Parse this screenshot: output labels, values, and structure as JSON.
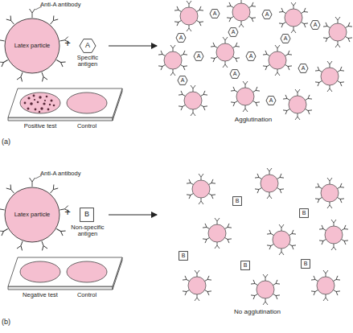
{
  "diagram": {
    "nodes": [
      {
        "text": [
          "Latex particle"
        ]
      },
      {
        "text": [
          "A"
        ]
      },
      {
        "text": [
          "A"
        ]
      },
      {
        "text": [
          "A"
        ]
      },
      {
        "text": [
          "A"
        ]
      },
      {
        "text": [
          "A"
        ]
      },
      {
        "text": [
          "A"
        ]
      },
      {
        "text": [
          "A"
        ]
      },
      {
        "text": [
          "A"
        ]
      },
      {
        "text": [
          "A"
        ]
      },
      {
        "text": [
          "A"
        ]
      },
      {
        "text": [
          "A"
        ]
      },
      {
        "text": [
          "A"
        ]
      },
      {
        "text": [
          "A"
        ]
      },
      {
        "text": [
          "Latex particle"
        ]
      },
      {
        "text": [
          "B"
        ]
      },
      {
        "text": [
          "B"
        ]
      },
      {
        "text": [
          "B"
        ]
      },
      {
        "text": [
          "B"
        ]
      },
      {
        "text": [
          "B"
        ]
      },
      {
        "text": [
          "B"
        ]
      }
    ],
    "labels": [
      "Anti-A antibody",
      "+",
      "Specific antigen",
      "Agglutination",
      "Positive test",
      "Control",
      "(a)",
      "Anti-A antibody",
      "+",
      "Non-specific antigen",
      "No agglutination",
      "Negative test",
      "Control",
      "(b)"
    ]
  }
}
